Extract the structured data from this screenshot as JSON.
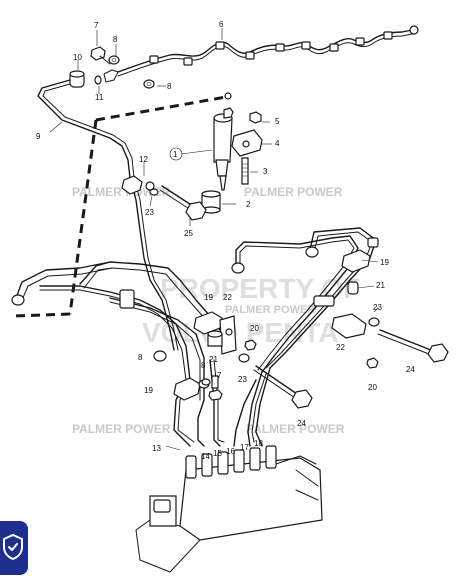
{
  "watermarks": {
    "brand_top_left": "PALMER POWER",
    "brand_top_right": "PALMER POWER",
    "brand_mid": "PALMER POWER",
    "brand_bottom_left": "PALMER POWER",
    "brand_bottom_right": "PALMER POWER",
    "property_line1": "PROPERTY OF",
    "property_line2": "VOLVO PENTA"
  },
  "callouts": {
    "c1": "1",
    "c2": "2",
    "c3": "3",
    "c4": "4",
    "c5": "5",
    "c6": "6",
    "c7": "7",
    "c8a": "8",
    "c8b": "8",
    "c8c": "8",
    "c8d": "8",
    "c9": "9",
    "c10": "10",
    "c11": "11",
    "c12": "12",
    "c13": "13",
    "c14": "14",
    "c15": "15",
    "c16": "16",
    "c17": "17",
    "c18": "18",
    "c19a": "19",
    "c19b": "19",
    "c19c": "19",
    "c20a": "20",
    "c20b": "20",
    "c21a": "21",
    "c21b": "21",
    "c22a": "22",
    "c22b": "22",
    "c23a": "23",
    "c23b": "23",
    "c23c": "23",
    "c24a": "24",
    "c24b": "24",
    "c25": "25"
  },
  "badge_icon": "shield-check-icon"
}
